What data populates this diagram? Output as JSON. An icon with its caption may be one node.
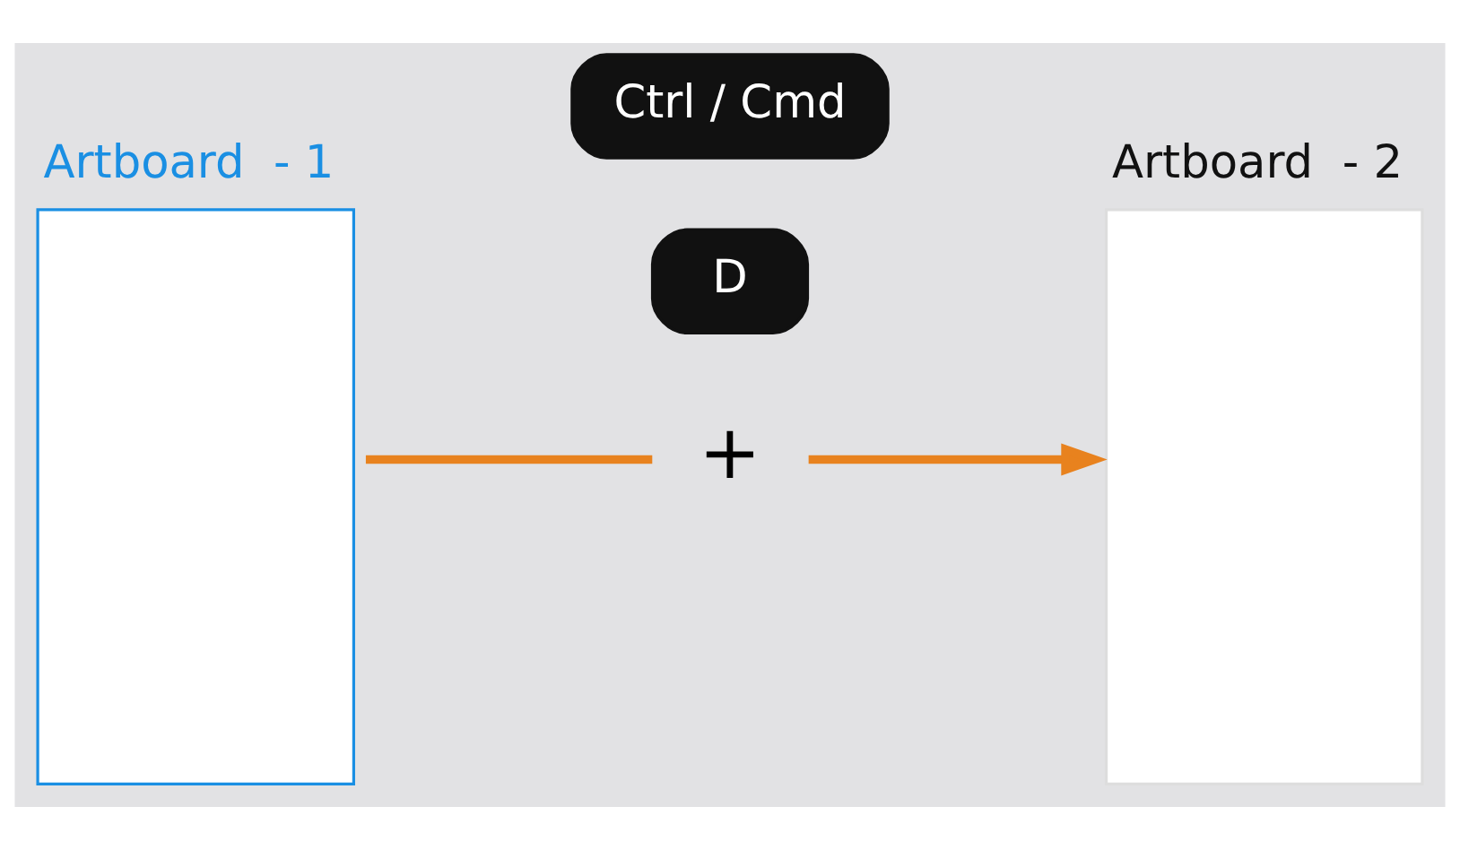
{
  "diagram": {
    "nodes": [
      {
        "text": [
          "Artboard  - 1"
        ]
      },
      {
        "text": [
          "Ctrl / Cmd"
        ]
      },
      {
        "text": [
          "+"
        ]
      },
      {
        "text": [
          "D"
        ]
      },
      {
        "text": [
          "Artboard  - 2"
        ]
      }
    ],
    "edges": [
      {
        "from": 0,
        "to": 2,
        "arrow": "none"
      },
      {
        "from": 2,
        "to": 4,
        "arrow": "to"
      }
    ]
  }
}
